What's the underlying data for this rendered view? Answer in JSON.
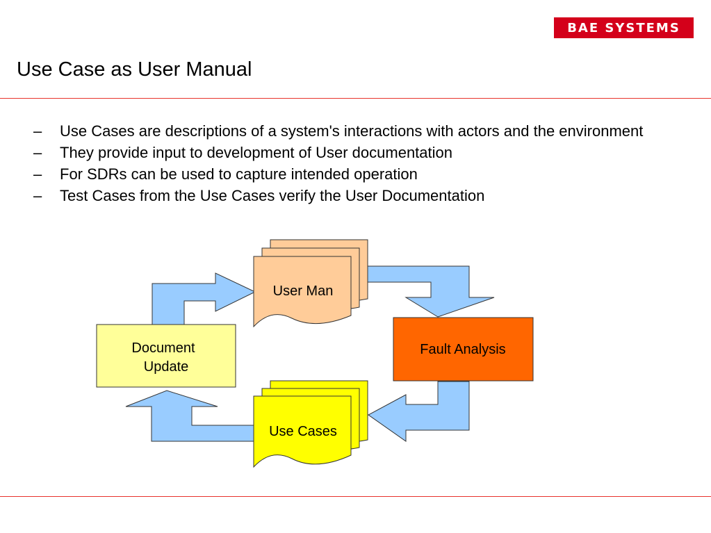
{
  "header": {
    "logo_text": "BAE SYSTEMS",
    "title": "Use Case as User Manual"
  },
  "bullets": [
    {
      "marker": "–",
      "text": "Use Cases are descriptions of a system's interactions with actors and the environment"
    },
    {
      "marker": "–",
      "text": "They provide input to development of User documentation"
    },
    {
      "marker": "–",
      "text": "For SDRs can be used to capture intended operation"
    },
    {
      "marker": "–",
      "text": "Test Cases from the Use Cases verify the User Documentation"
    }
  ],
  "diagram": {
    "user_man": "User Man",
    "fault_analysis": "Fault Analysis",
    "use_cases": "Use Cases",
    "document_update_line1": "Document",
    "document_update_line2": "Update"
  },
  "colors": {
    "brand_red": "#d4001a",
    "rule_red": "#e8322b",
    "arrow_blue": "#99ccff",
    "user_man_fill": "#ffcc99",
    "fault_fill": "#ff6600",
    "use_cases_fill": "#ffff00",
    "document_update_fill": "#ffff99"
  }
}
